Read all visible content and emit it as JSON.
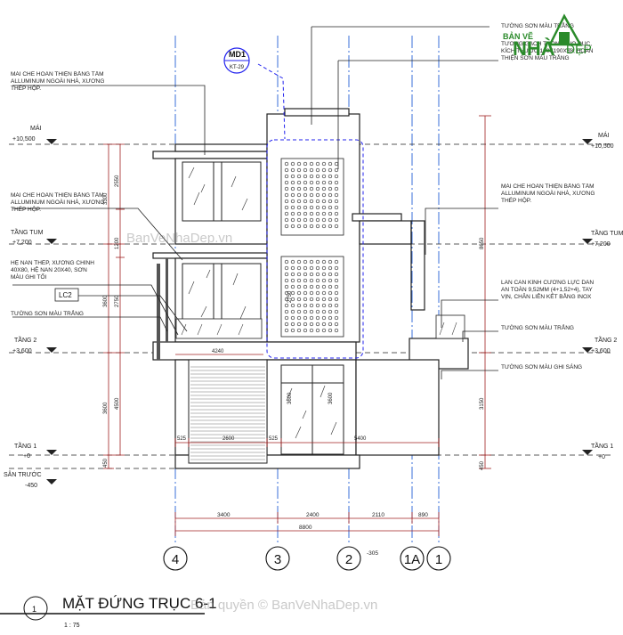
{
  "colors": {
    "grid_blue": "#3a6fd8",
    "dim_red": "#a02020",
    "line_black": "#222222",
    "highlight_blue": "#2222ee",
    "watermark_green": "#2a8a2a",
    "hatch_gray": "#9a9a9a"
  },
  "logo": {
    "text_a": "BẢN VẼ",
    "text_b": "NHÀ",
    "text_c": "ĐẸP"
  },
  "callout": {
    "id": "MD1",
    "sheet": "KT-29",
    "lc2": "LC2"
  },
  "notes": {
    "wall_white_top": "TƯỜNG SƠN MÀU TRẮNG",
    "vent_block": "TƯỜNG GẠCH THÔNG GIÓ ĐÚC, KÍCH THƯỚC 190X190X68, HOÀN THIỆN SƠN MÀU TRẮNG",
    "roof_cover_1": "MÁI CHE HOÀN THIỆN BẰNG TẤM ALLUMINUM NGOÀI NHÀ, XƯƠNG THÉP HỘP.",
    "roof_cover_2": "MÁI CHE HOÀN THIỆN BẰNG TẤM ALLUMINUM NGOÀI NHÀ, XƯƠNG THÉP HỘP.",
    "roof_cover_right": "MÁI CHE HOÀN THIỆN BẰNG TẤM ALLUMINUM NGOÀI NHÀ, XƯƠNG THÉP HỘP.",
    "steel_bars": "HỆ NAN THÉP, XƯƠNG CHÍNH 40X80, HỆ NAN 20X40, SƠN MÀU GHI TỐI",
    "wall_white_left": "TƯỜNG SƠN MÀU TRẮNG",
    "glass_rail": "LAN CAN KÍNH CƯỜNG LỰC DÁN AN TOÀN 9,52MM (4+1,52+4), TAY VỊN, CHÂN LIÊN KẾT BẰNG INOX",
    "wall_white_right": "TƯỜNG SƠN MÀU TRẮNG",
    "wall_light_gray": "TƯỜNG SƠN MÀU GHI SÁNG"
  },
  "levels": {
    "mai": {
      "name": "MÁI",
      "value": "+10,500"
    },
    "tum": {
      "name": "TẦNG TUM",
      "value": "+7,200"
    },
    "t2": {
      "name": "TẦNG 2",
      "value": "+3,600"
    },
    "t1": {
      "name": "TẦNG 1",
      "value": "+0"
    },
    "san": {
      "name": "SÂN TRƯỚC",
      "value": "-450"
    }
  },
  "dims": {
    "left_outer": [
      "450",
      "3600",
      "3600",
      "3300"
    ],
    "left_inner": [
      "4500",
      "2750",
      "1200",
      "2550"
    ],
    "mid_vert": [
      "3600",
      "2750"
    ],
    "mid_vert2": [
      "3600"
    ],
    "right_vert": [
      "450",
      "3150",
      "8650"
    ],
    "horiz_row1": [
      "525",
      "2600",
      "525",
      "5400"
    ],
    "slab_width": "4240",
    "bottom_row": [
      "3400",
      "2400",
      "2110",
      "890"
    ],
    "bottom_total": "8800",
    "offset_305": "-305"
  },
  "axes": [
    "4",
    "3",
    "2",
    "1A",
    "1"
  ],
  "title": {
    "number": "1",
    "text": "MẶT ĐỨNG TRỤC 6-1",
    "scale": "1 : 75"
  },
  "watermark": {
    "center": "BanVeNhaDep.vn",
    "bottom": "Bản quyền © BanVeNhaDep.vn"
  }
}
